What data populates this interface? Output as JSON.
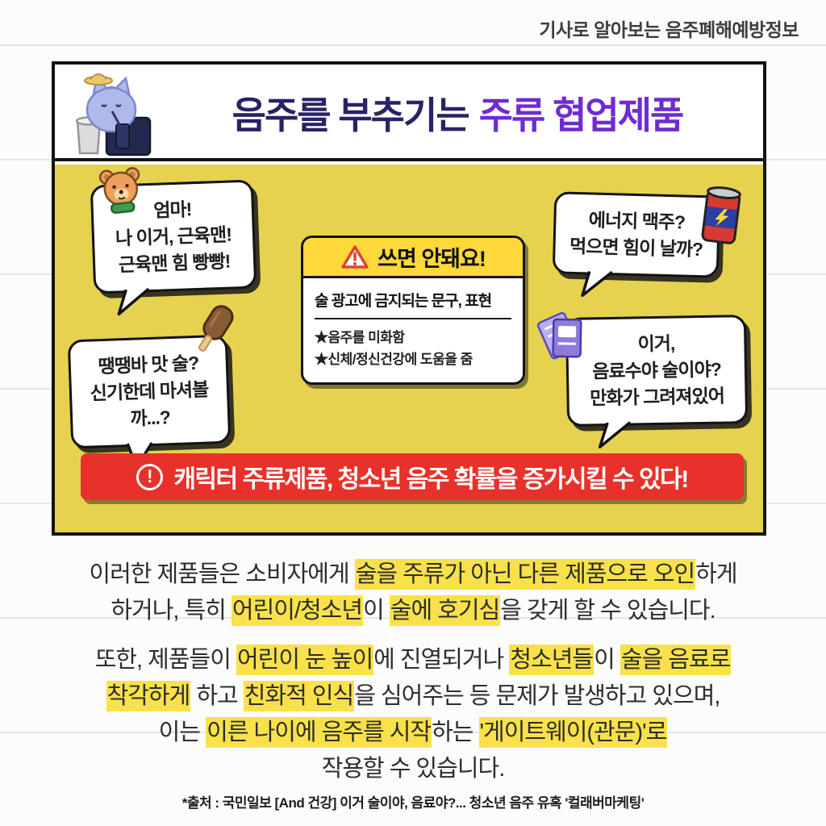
{
  "page": {
    "header_label": "기사로 알아보는 음주폐해예방정보",
    "source": "*출처 : 국민일보 [And 건강] 이거 술이야, 음료야?... 청소년 음주 유혹 '컬래버마케팅'"
  },
  "card": {
    "title_part1": "음주를 부추기는",
    "title_part2": "주류 협업제품",
    "bubbles": [
      {
        "lines": [
          "엄마!",
          "나 이거, 근육맨!",
          "근육맨 힘 빵빵!"
        ]
      },
      {
        "lines": [
          "땡땡바 맛 술?",
          "신기한데 마셔볼까...?"
        ]
      },
      {
        "lines": [
          "에너지 맥주?",
          "먹으면 힘이 날까?"
        ]
      },
      {
        "lines": [
          "이거,",
          "음료수야 술이야?",
          "만화가 그려져있어"
        ]
      }
    ],
    "warning_box": {
      "title": "쓰면 안돼요!",
      "subtitle": "술 광고에 금지되는 문구, 표현",
      "items": [
        "★음주를 미화함",
        "★신체/정신건강에 도움을 줌"
      ]
    },
    "banner": "캐릭터 주류제품, 청소년 음주 확률을 증가시킬 수 있다!"
  },
  "body": {
    "paragraphs": [
      {
        "lines": [
          [
            {
              "t": "이러한 제품들은 소비자에게 "
            },
            {
              "t": "술을 주류가 아닌 다른 제품으로 오인",
              "h": true
            },
            {
              "t": "하게"
            }
          ],
          [
            {
              "t": "하거나, 특히 "
            },
            {
              "t": "어린이/청소년",
              "h": true
            },
            {
              "t": "이 "
            },
            {
              "t": "술에 호기심",
              "h": true
            },
            {
              "t": "을 갖게 할 수 있습니다."
            }
          ]
        ]
      },
      {
        "lines": [
          [
            {
              "t": "또한, 제품들이 "
            },
            {
              "t": "어린이 눈 높이",
              "h": true
            },
            {
              "t": "에 진열되거나 "
            },
            {
              "t": "청소년들",
              "h": true
            },
            {
              "t": "이 "
            },
            {
              "t": "술을 음료로",
              "h": true
            }
          ],
          [
            {
              "t": "착각하게",
              "h": true
            },
            {
              "t": " 하고 "
            },
            {
              "t": "친화적 인식",
              "h": true
            },
            {
              "t": "을 심어주는 등 문제가 발생하고 있으며,"
            }
          ],
          [
            {
              "t": "이는 "
            },
            {
              "t": "이른 나이에 음주를 시작",
              "h": true
            },
            {
              "t": "하는 "
            },
            {
              "t": "'게이트웨이(관문)'로",
              "h": true
            }
          ],
          [
            {
              "t": "작용할 수 있습니다."
            }
          ]
        ]
      }
    ]
  },
  "icons": {
    "mascot": "cat-drinking-mascot-icon",
    "bear": "bear-face-icon",
    "popsicle": "popsicle-icon",
    "can": "energy-drink-can-icon",
    "cards": "cartoon-cards-icon",
    "warning": "warning-triangle-icon",
    "exclamation": "exclamation-circle-icon"
  },
  "colors": {
    "title_navy": "#272366",
    "title_purple": "#6f2bd4",
    "panel_yellow": "#e6d24f",
    "warn_header_yellow": "#ffd83a",
    "banner_red": "#e8312a",
    "highlight_yellow": "#f8e14b"
  }
}
